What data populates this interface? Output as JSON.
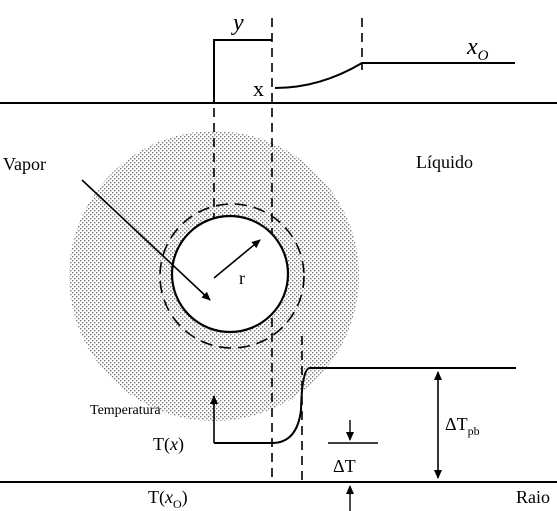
{
  "labels": {
    "y": "y",
    "x": "x",
    "x0_main": "x",
    "x0_sub": "O",
    "vapor": "Vapor",
    "liquido": "Líquido",
    "r": "r",
    "temperatura": "Temperatura",
    "t_x_prefix": "T(",
    "t_x_var": "x",
    "t_x_suffix": ")",
    "t_x0_prefix": "T(",
    "t_x0_var": "x",
    "t_x0_sub": "O",
    "t_x0_suffix": ")",
    "delta_t": "ΔT",
    "delta_tpb_main": "ΔT",
    "delta_tpb_sub": "pb",
    "raio": "Raio"
  }
}
